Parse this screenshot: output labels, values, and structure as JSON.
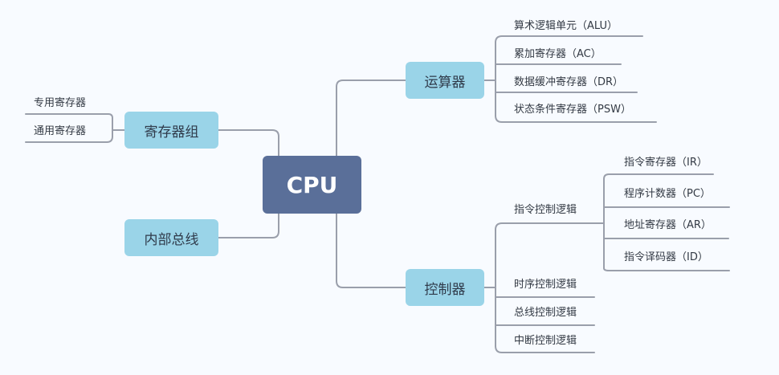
{
  "root": {
    "label": "CPU"
  },
  "branches": {
    "alu": {
      "label": "运算器",
      "items": [
        "算术逻辑单元（ALU）",
        "累加寄存器（AC）",
        "数据缓冲寄存器（DR）",
        "状态条件寄存器（PSW）"
      ]
    },
    "registers": {
      "label": "寄存器组",
      "items": [
        "专用寄存器",
        "通用寄存器"
      ]
    },
    "bus": {
      "label": "内部总线"
    },
    "control": {
      "label": "控制器",
      "instruction_logic": {
        "label": "指令控制逻辑",
        "items": [
          "指令寄存器（IR）",
          "程序计数器（PC）",
          "地址寄存器（AR）",
          "指令译码器（ID）"
        ]
      },
      "items": [
        "时序控制逻辑",
        "总线控制逻辑",
        "中断控制逻辑"
      ]
    }
  },
  "colors": {
    "root_fill": "#5a6f99",
    "branch_fill": "#9ad4e8",
    "line": "#9a9fab",
    "background": "#f8fbff"
  }
}
